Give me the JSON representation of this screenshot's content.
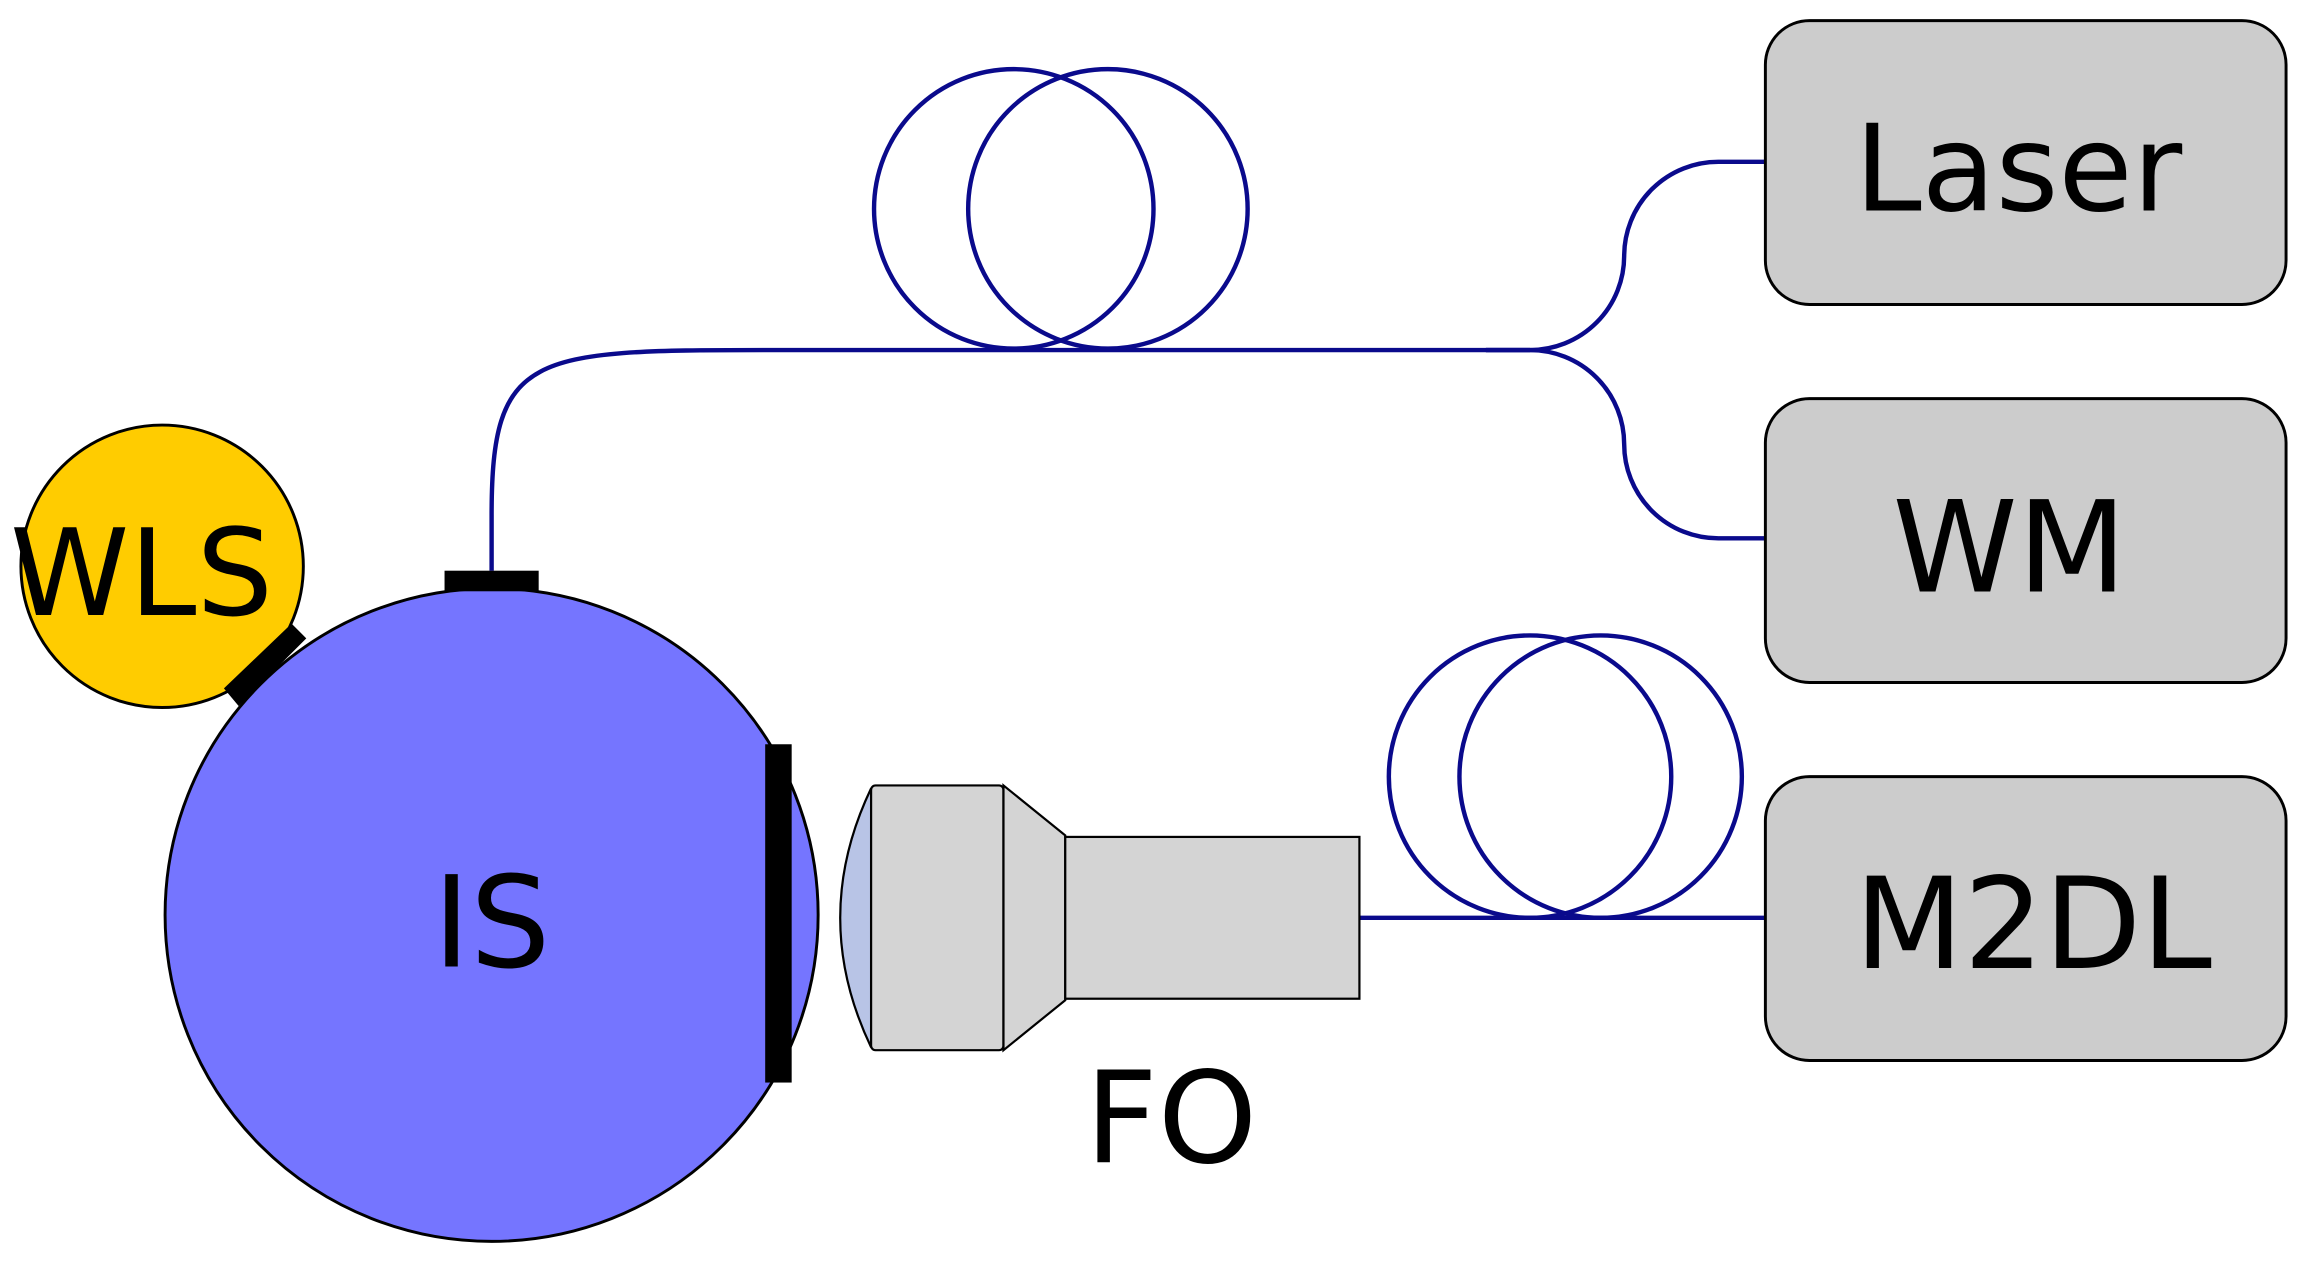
{
  "labels": {
    "wls": "WLS",
    "is": "IS",
    "fo": "FO",
    "laser": "Laser",
    "wm": "WM",
    "m2dl": "M2DL"
  },
  "colors": {
    "fiber": "#0a0a8c",
    "integrating_sphere": "#7575ff",
    "wls": "#ffcc00",
    "boxes": "#cccccc",
    "objective": "#d4d4d4",
    "lens": "#b8c4e6"
  }
}
